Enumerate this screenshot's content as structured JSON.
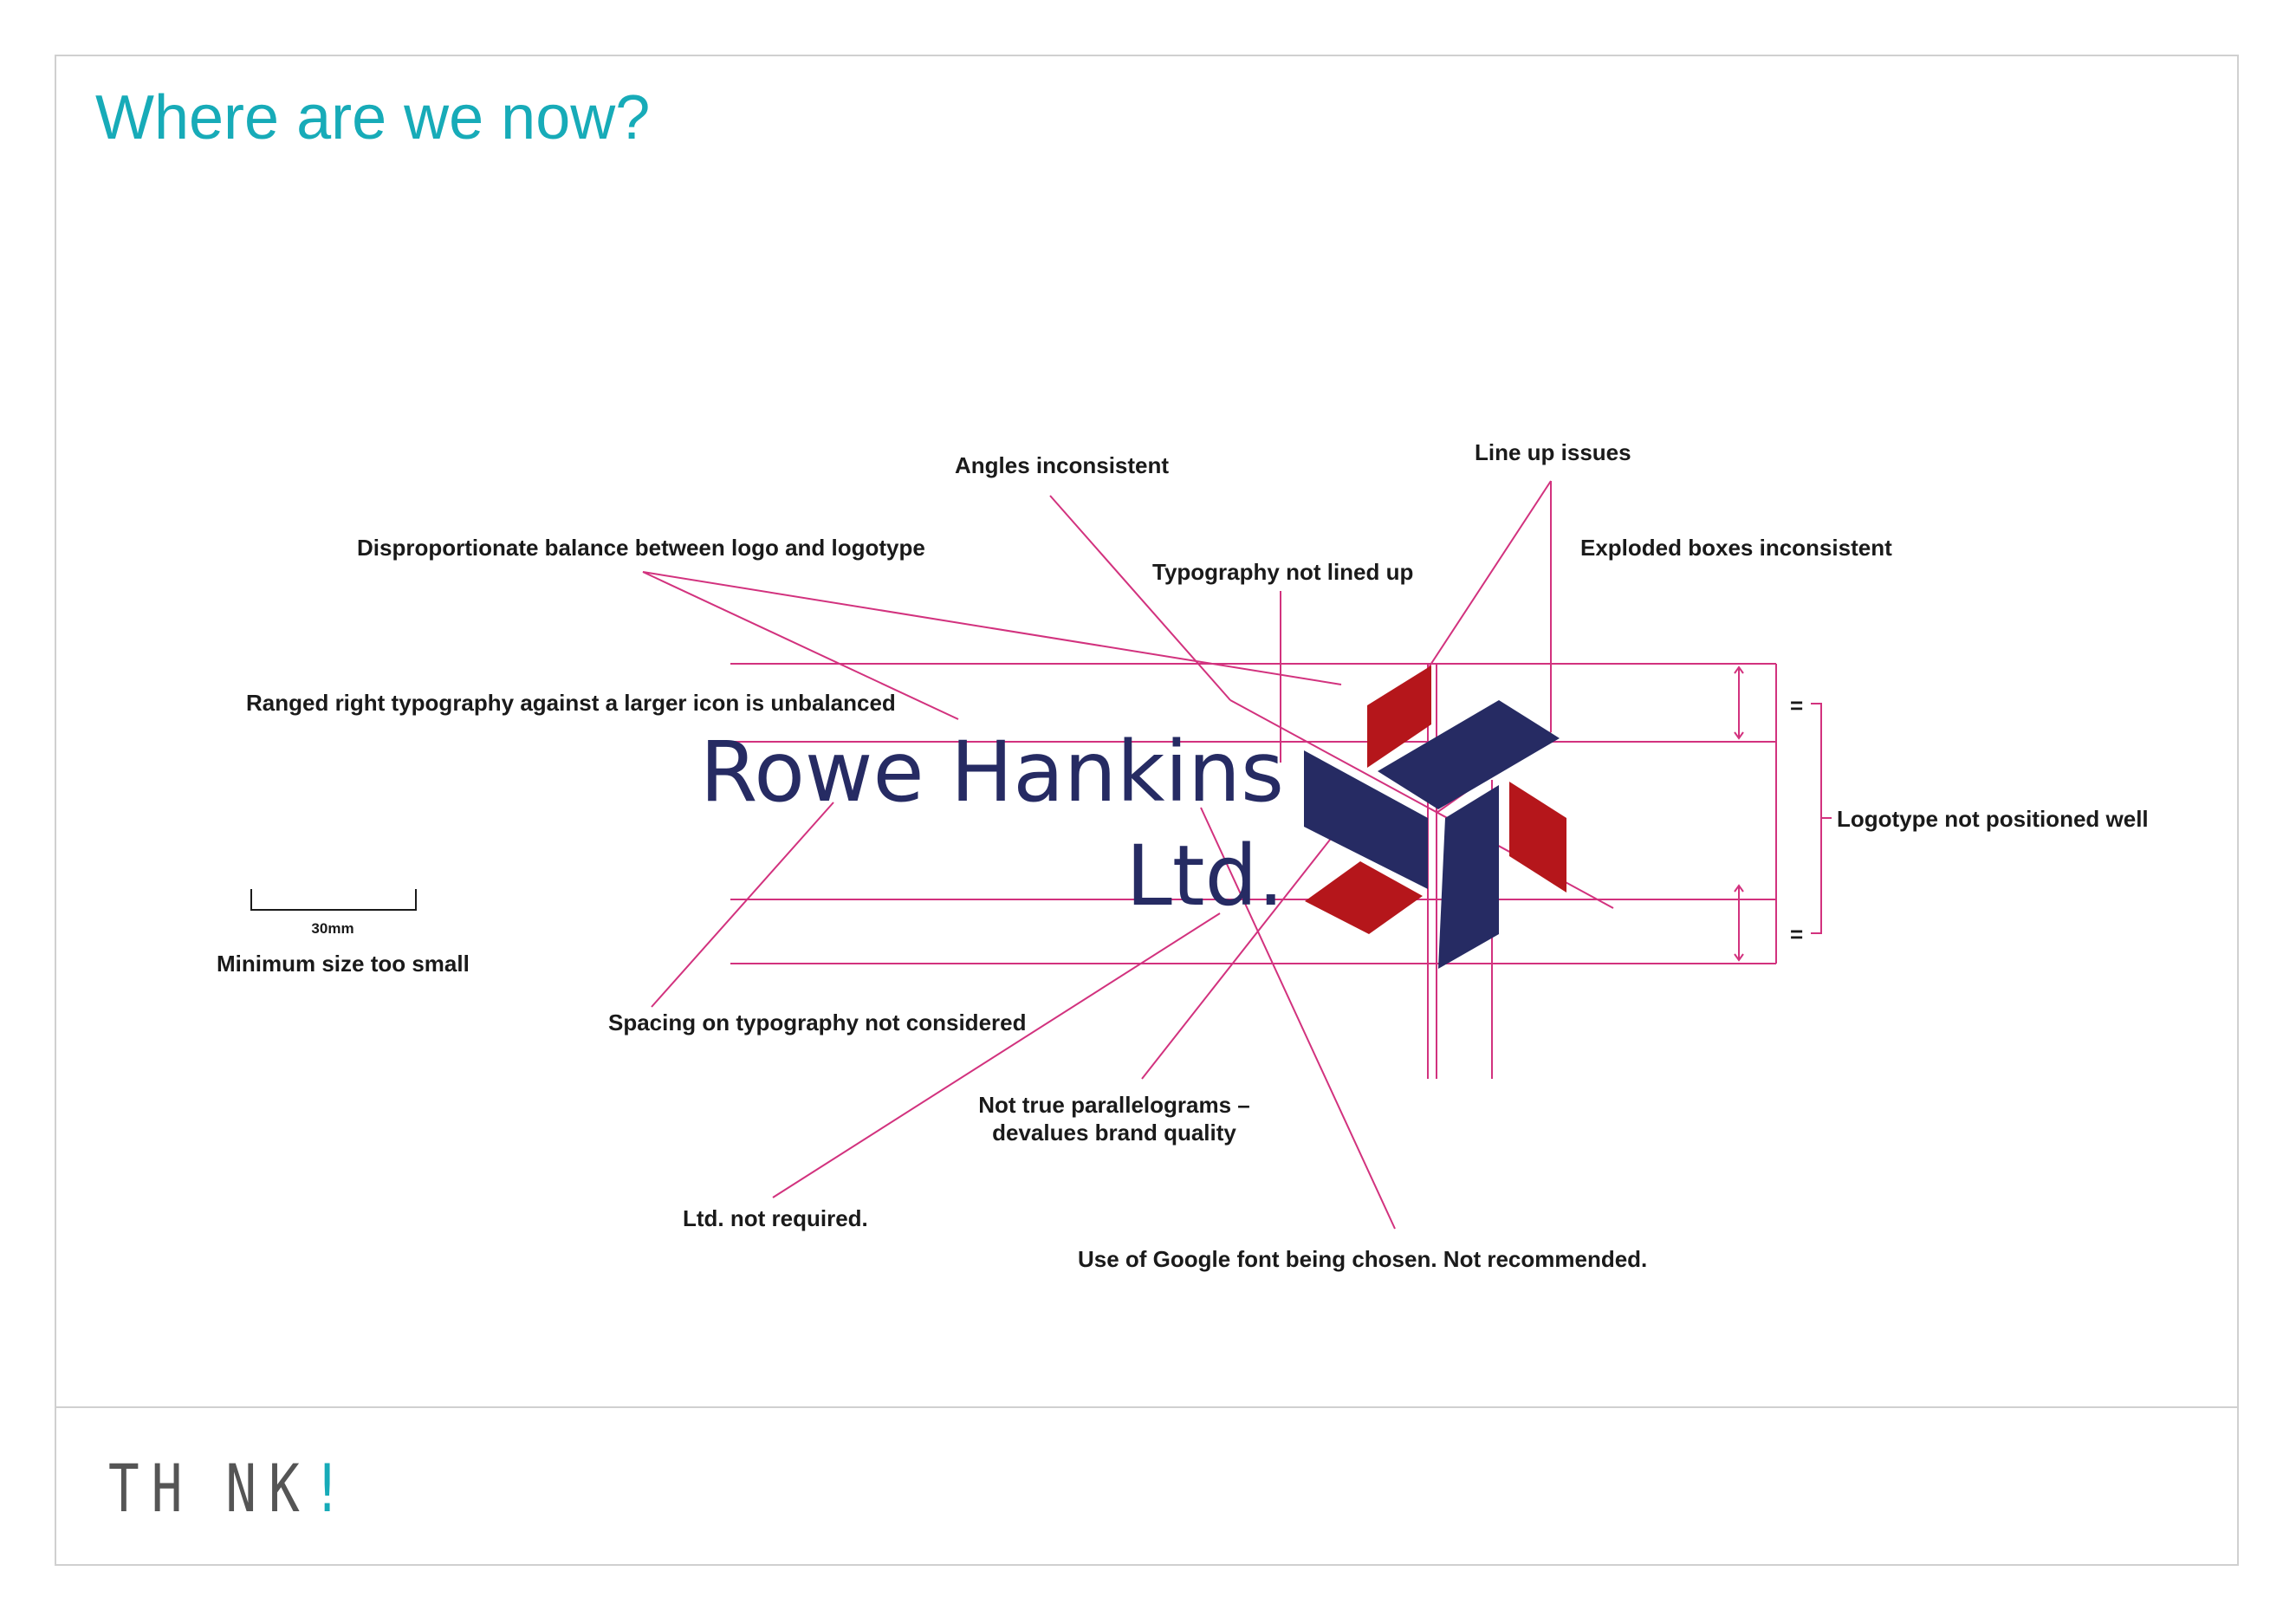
{
  "page": {
    "title": "Where are we now?"
  },
  "logo": {
    "line1": "Rowe Hankins",
    "line2": "Ltd.",
    "colors": {
      "navy": "#262b63",
      "red": "#b5161b"
    }
  },
  "annotations": {
    "angles": "Angles inconsistent",
    "line_up": "Line up issues",
    "disproportionate": "Disproportionate balance between logo and logotype",
    "exploded": "Exploded boxes inconsistent",
    "typography_lined": "Typography not lined up",
    "ranged_right": "Ranged right typography against a larger icon is unbalanced",
    "logotype_position": "Logotype not positioned well",
    "min_size": "Minimum size too small",
    "spacing": "Spacing on typography not considered",
    "parallelograms_1": "Not true parallelograms –",
    "parallelograms_2": "devalues brand quality",
    "ltd": "Ltd. not required.",
    "google_font": "Use of Google font being chosen. Not recommended."
  },
  "scale": {
    "label": "30mm"
  },
  "equals": {
    "top": "=",
    "bottom": "="
  },
  "footer": {
    "brand_a": "TH",
    "brand_b": "NK",
    "brand_c": "!"
  },
  "colors": {
    "accent": "#17abb8",
    "guide": "#d2327e",
    "text": "#1a1a1a"
  }
}
